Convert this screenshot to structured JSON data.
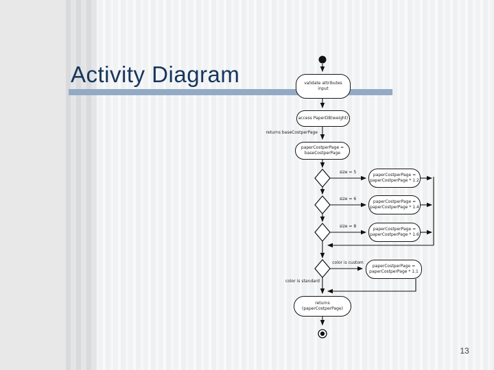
{
  "slide": {
    "title": "Activity Diagram",
    "page_number": "13",
    "title_color": "#17365d",
    "underline_color": "#93aac5",
    "background_base": "#f1f2f3",
    "left_band_color": "#e8e8e8"
  },
  "diagram": {
    "action_validate": {
      "line1": "validate attributes",
      "line2": "input"
    },
    "action_access": {
      "line1": "access PaperDB(weight)"
    },
    "action_assign": {
      "line1": "paperCostperPage =",
      "line2": "baseCostperPage"
    },
    "edge_labels": {
      "returns": "returns baseCostperPage",
      "standard": "color is standard"
    },
    "decisions": [
      {
        "label": "size = 5",
        "box_line1": "paperCostperPage =",
        "box_line2": "paperCostperPage * 1.2"
      },
      {
        "label": "size = 6",
        "box_line1": "paperCostperPage =",
        "box_line2": "paperCostperPage * 1.4"
      },
      {
        "label": "size = 8",
        "box_line1": "paperCostperPage =",
        "box_line2": "paperCostperPage * 1.6"
      },
      {
        "label": "color is custom",
        "box_line1": "paperCostperPage =",
        "box_line2": "paperCostperPage * 1.1"
      }
    ],
    "action_return": {
      "line1": "returns",
      "line2": "(paperCostperPage)"
    },
    "node_color": "#ffffff",
    "line_color": "#111111"
  }
}
